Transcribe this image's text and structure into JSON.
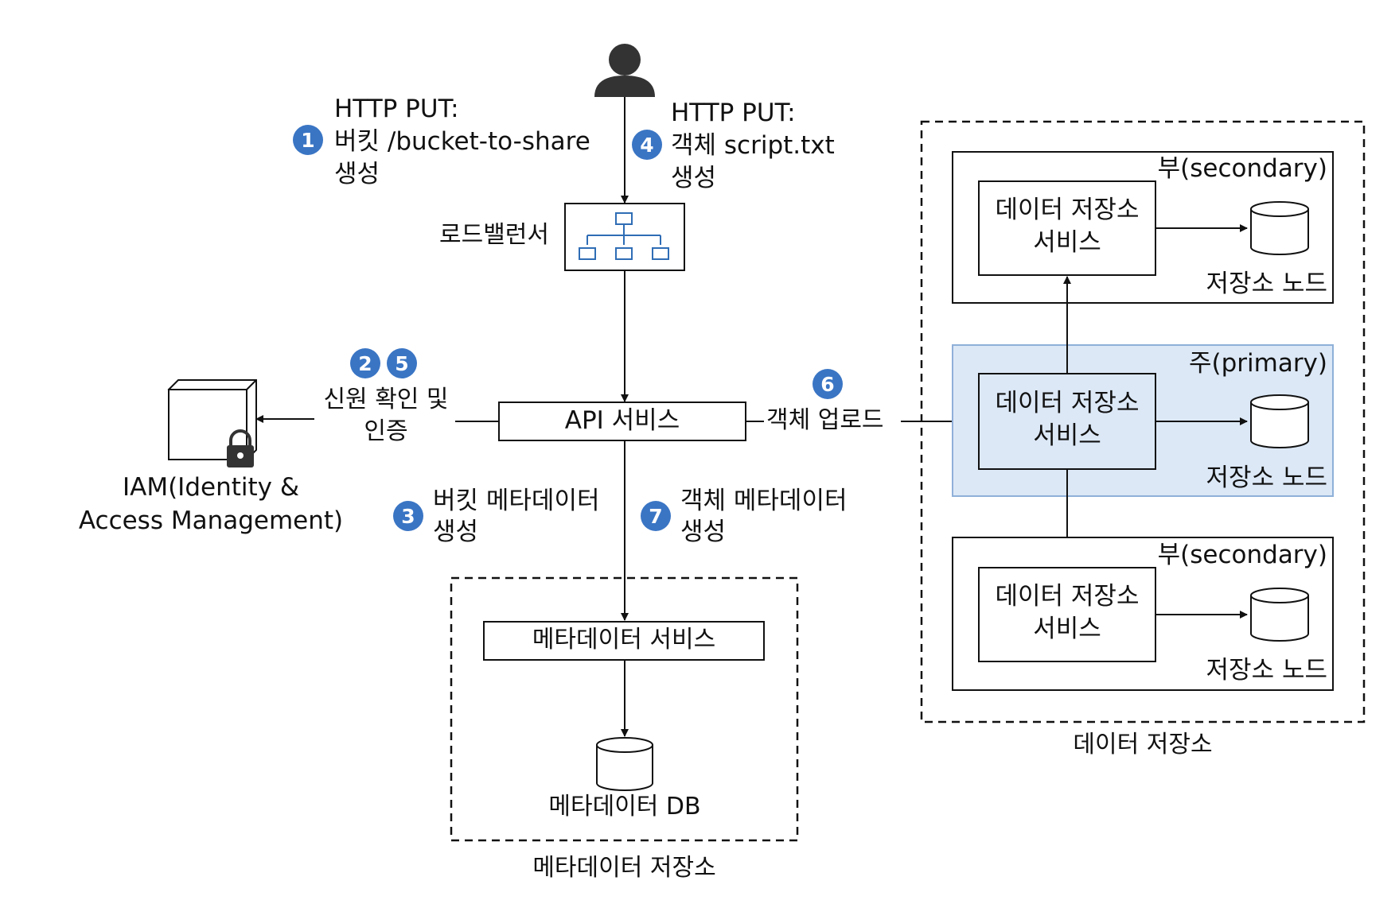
{
  "client": {
    "icon": "user-icon"
  },
  "steps": {
    "s1": {
      "num": "1",
      "line1": "HTTP PUT:",
      "line2": "버킷 /bucket-to-share",
      "line3": "생성"
    },
    "s4": {
      "num": "4",
      "line1": "HTTP PUT:",
      "line2": "객체 script.txt",
      "line3": "생성"
    },
    "s25": {
      "num_a": "2",
      "num_b": "5",
      "line1": "신원 확인 및",
      "line2": "인증"
    },
    "s3": {
      "num": "3",
      "line1": "버킷 메타데이터",
      "line2": "생성"
    },
    "s7": {
      "num": "7",
      "line1": "객체 메타데이터",
      "line2": "생성"
    },
    "s6": {
      "num": "6",
      "label": "객체 업로드"
    }
  },
  "load_balancer": {
    "label": "로드밸런서",
    "icon": "hierarchy-icon"
  },
  "api_service": {
    "label": "API 서비스"
  },
  "iam": {
    "line1": "IAM(Identity &",
    "line2": "Access Management)",
    "icon": "lock-icon"
  },
  "metadata_store": {
    "caption": "메타데이터 저장소",
    "service": "메타데이터 서비스",
    "db": "메타데이터 DB"
  },
  "data_store": {
    "caption": "데이터 저장소",
    "nodes": [
      {
        "role": "부(secondary)",
        "service_line1": "데이터 저장소",
        "service_line2": "서비스",
        "node": "저장소 노드"
      },
      {
        "role": "주(primary)",
        "service_line1": "데이터 저장소",
        "service_line2": "서비스",
        "node": "저장소 노드"
      },
      {
        "role": "부(secondary)",
        "service_line1": "데이터 저장소",
        "service_line2": "서비스",
        "node": "저장소 노드"
      }
    ]
  },
  "colors": {
    "badge": "#3a75c4",
    "primary_fill": "#dce8f6",
    "primary_border": "#8fb0d8"
  }
}
